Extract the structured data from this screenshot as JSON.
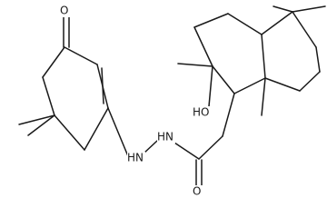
{
  "molecule": {
    "atom_labels": {
      "ketone_oxygen": "O",
      "hydrazine_nh_left": "HN",
      "hydrazine_nh_right": "H",
      "hydrazine_n": "N",
      "hydroxyl": "HO",
      "amide_oxygen": "O"
    }
  },
  "colors": {
    "ink": "#1a1a1a",
    "background": "#ffffff"
  }
}
